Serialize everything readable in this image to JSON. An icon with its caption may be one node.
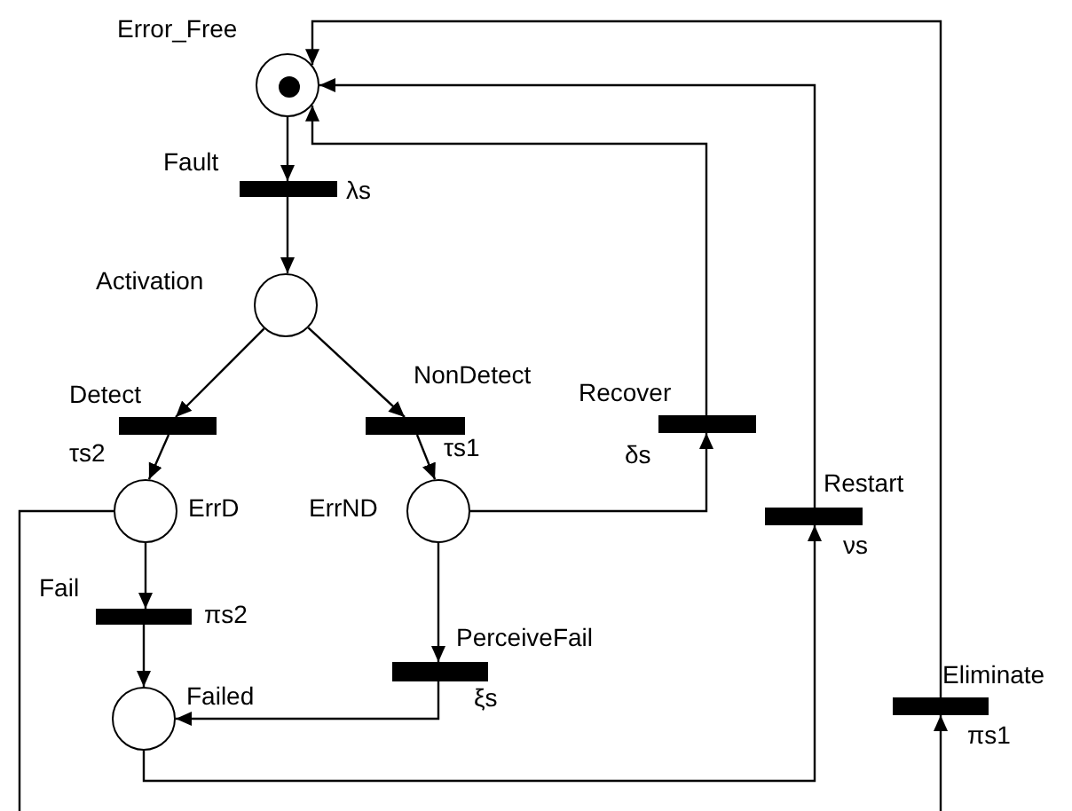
{
  "diagram": {
    "nodes": [
      {
        "text": [],
        "shape": "circle",
        "beside": [
          "Error_Free"
        ]
      },
      {
        "text": [],
        "shape": "dot",
        "in": 0
      },
      {
        "text": [],
        "shape": "bar",
        "beside": [
          "Fault",
          "λs"
        ]
      },
      {
        "text": [],
        "shape": "circle",
        "beside": [
          "Activation"
        ]
      },
      {
        "text": [],
        "shape": "bar",
        "beside": [
          "Detect",
          "τs2"
        ]
      },
      {
        "text": [],
        "shape": "bar",
        "beside": [
          "NonDetect",
          "τs1"
        ]
      },
      {
        "text": [],
        "shape": "bar",
        "beside": [
          "Recover",
          "δs"
        ]
      },
      {
        "text": [],
        "shape": "circle",
        "beside": [
          "ErrD"
        ]
      },
      {
        "text": [],
        "shape": "circle",
        "beside": [
          "ErrND"
        ]
      },
      {
        "text": [],
        "shape": "bar",
        "beside": [
          "Restart",
          "νs"
        ]
      },
      {
        "text": [],
        "shape": "bar",
        "beside": [
          "Fail",
          "πs2"
        ]
      },
      {
        "text": [],
        "shape": "bar",
        "beside": [
          "PerceiveFail",
          "ξs"
        ]
      },
      {
        "text": [],
        "shape": "circle",
        "beside": [
          "Failed"
        ]
      },
      {
        "text": [],
        "shape": "bar",
        "beside": [
          "Eliminate",
          "πs1"
        ]
      }
    ],
    "edges": [
      {
        "from": 0,
        "to": 2,
        "arrow": "to"
      },
      {
        "from": 2,
        "to": 3,
        "arrow": "to"
      },
      {
        "from": 3,
        "to": 4,
        "arrow": "to"
      },
      {
        "from": 3,
        "to": 5,
        "arrow": "to"
      },
      {
        "from": 4,
        "to": 7,
        "arrow": "to"
      },
      {
        "from": 5,
        "to": 8,
        "arrow": "to"
      },
      {
        "from": 7,
        "to": 10,
        "arrow": "to"
      },
      {
        "from": 10,
        "to": 12,
        "arrow": "to"
      },
      {
        "from": 8,
        "to": 11,
        "arrow": "to"
      },
      {
        "from": 11,
        "to": 12,
        "arrow": "to"
      },
      {
        "from": 8,
        "to": 6,
        "arrow": "to"
      },
      {
        "from": 6,
        "to": 0,
        "arrow": "to"
      },
      {
        "from": 12,
        "to": 9,
        "arrow": "to"
      },
      {
        "from": 9,
        "to": 0,
        "arrow": "to"
      },
      {
        "from": 7,
        "to": null,
        "arrow": "none"
      },
      {
        "from": null,
        "to": 13,
        "arrow": "to"
      },
      {
        "from": 13,
        "to": 0,
        "arrow": "to"
      }
    ]
  }
}
